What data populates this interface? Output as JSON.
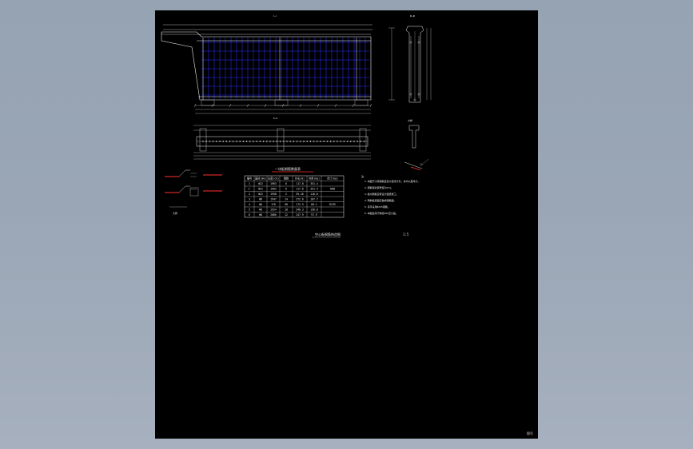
{
  "drawing": {
    "section_elevation_tag": "Ⅰ—Ⅰ",
    "section_plan_tag": "Ⅱ—Ⅱ",
    "section_end_tag": "Ⅲ—Ⅲ",
    "detail_tag": "大样",
    "table_title": "一块板钢筋数量表",
    "table_headers": [
      "编号",
      "直径(mm)",
      "长度(cm)",
      "根数",
      "共长(m)",
      "共重(kg)",
      "合计(kg)"
    ],
    "table_rows": [
      [
        "1",
        "Φ22",
        "1963",
        "6",
        "117.8",
        "351.4",
        ""
      ],
      [
        "1'",
        "Φ22",
        "1963",
        "6",
        "117.8",
        "351.4",
        "HRB"
      ],
      [
        "2",
        "Φ22",
        "1958",
        "2",
        "39.16",
        "116.8",
        ""
      ],
      [
        "3",
        "Φ8",
        "1947",
        "14",
        "272.6",
        "107.7",
        ""
      ],
      [
        "4",
        "Φ8",
        "176",
        "98",
        "172.5",
        "68.1",
        "R235"
      ],
      [
        "5",
        "Φ8",
        "1924",
        "18",
        "346.3",
        "136.8",
        ""
      ],
      [
        "6",
        "Φ8",
        "2066",
        "12",
        "247.9",
        "97.9",
        ""
      ]
    ],
    "notes_title": "注：",
    "notes": [
      "1.本图尺寸除钢筋直径以毫米计外，余均以厘米计。",
      "2.钢筋保护层厚度为3cm。",
      "3.板内钢筋应按设计图纸施工。",
      "4.预制板底面应做成粗糙面。",
      "5.吊环采用R235钢筋。",
      "6.本图适用于跨径20m空心板。"
    ],
    "drawing_name": "空心板钢筋构造图",
    "scale_label": "1:5",
    "corner_mark": "图号"
  }
}
